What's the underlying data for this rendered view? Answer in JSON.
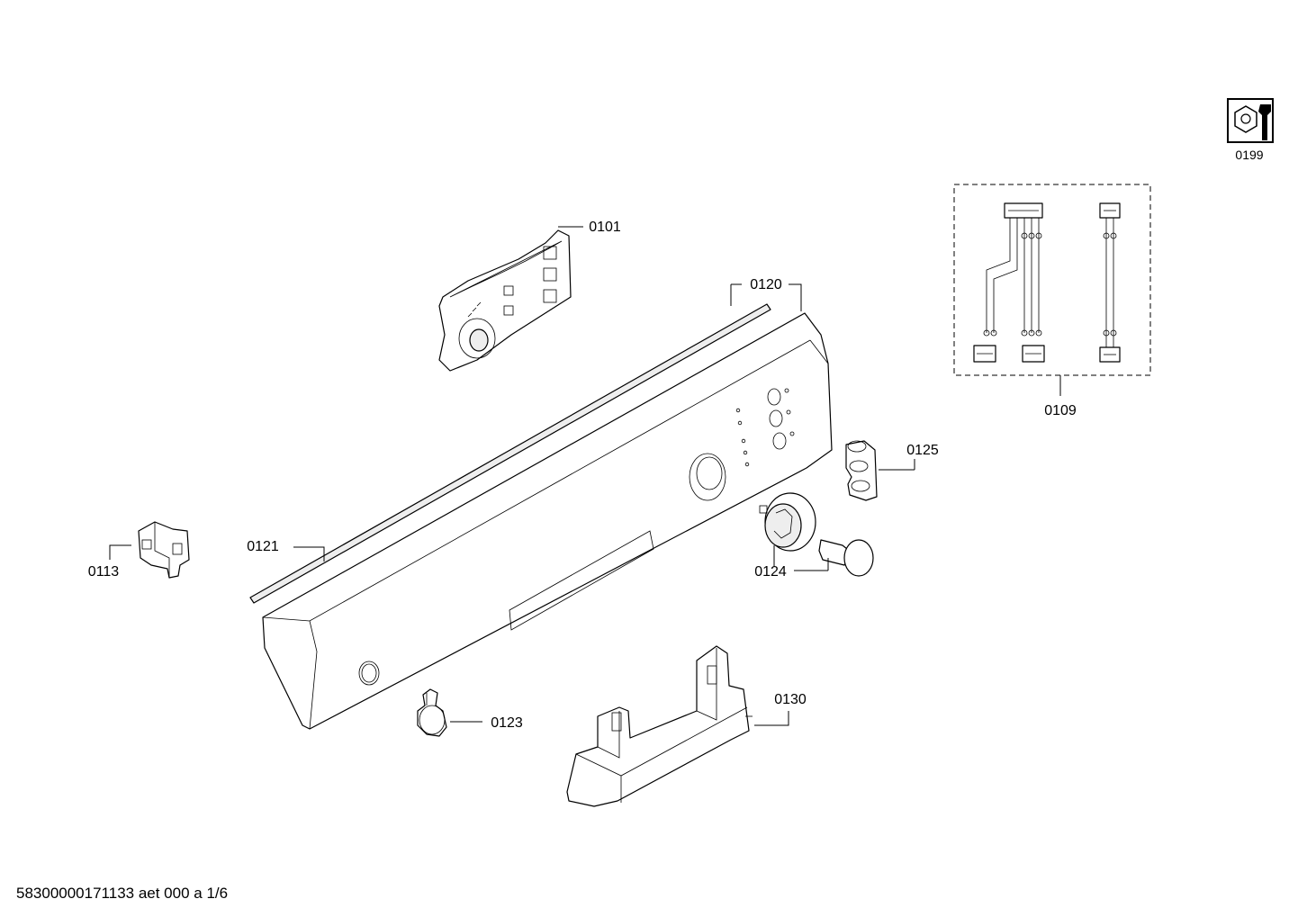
{
  "parts": [
    {
      "id": "p0101",
      "label": "0101"
    },
    {
      "id": "p0120",
      "label": "0120"
    },
    {
      "id": "p0109",
      "label": "0109"
    },
    {
      "id": "p0125",
      "label": "0125"
    },
    {
      "id": "p0121",
      "label": "0121"
    },
    {
      "id": "p0113",
      "label": "0113"
    },
    {
      "id": "p0124",
      "label": "0124"
    },
    {
      "id": "p0123",
      "label": "0123"
    },
    {
      "id": "p0130",
      "label": "0130"
    },
    {
      "id": "p0199",
      "label": "0199"
    }
  ],
  "service_icon": {
    "name": "service-tool-icon",
    "label": "0199"
  },
  "footer": {
    "doc_code": "58300000171133 aet 000 a 1/6"
  }
}
